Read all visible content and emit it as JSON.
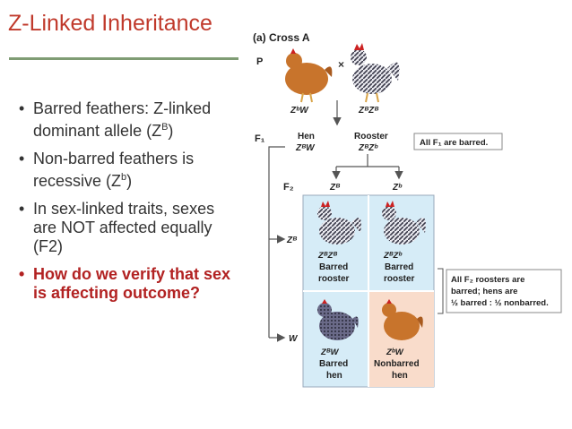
{
  "slide": {
    "title": "Z-Linked Inheritance"
  },
  "bullets": [
    {
      "text": "Barred feathers:  Z-linked dominant allele (Z",
      "sup": "B",
      "tail": ")"
    },
    {
      "text": "Non-barred feathers is recessive (Z",
      "sup": "b",
      "tail": ")"
    },
    {
      "text": "In sex-linked traits, sexes are NOT affected equally (F2)",
      "sup": "",
      "tail": ""
    },
    {
      "text": "How do we verify that sex is affecting outcome?",
      "sup": "",
      "tail": ""
    }
  ],
  "figure": {
    "panel_label": "(a) Cross A",
    "p_label": "P",
    "cross_symbol": "×",
    "p_hen_genotype": "ZᵇW",
    "p_rooster_genotype": "ZᴮZᴮ",
    "f1_label": "F₁",
    "f1_hen": "Hen",
    "f1_hen_genotype": "ZᴮW",
    "f1_rooster": "Rooster",
    "f1_rooster_genotype": "ZᴮZᵇ",
    "f1_note": "All F₁ are barred.",
    "f2_label": "F₂",
    "gamete_zb_upper": "Zᴮ",
    "gamete_zb_lower": "Zᵇ",
    "row_zb": "Zᴮ",
    "row_w": "W",
    "cells": [
      {
        "genotype": "ZᴮZᴮ",
        "line1": "Barred",
        "line2": "rooster"
      },
      {
        "genotype": "ZᴮZᵇ",
        "line1": "Barred",
        "line2": "rooster"
      },
      {
        "genotype": "ZᴮW",
        "line1": "Barred",
        "line2": "hen"
      },
      {
        "genotype": "ZᵇW",
        "line1": "Nonbarred",
        "line2": "hen"
      }
    ],
    "f2_note_line1": "All F₂ roosters are",
    "f2_note_line2": "barred; hens are",
    "f2_note_line3": "½ barred : ½ nonbarred.",
    "colors": {
      "grid_fill": "#d6ecf7",
      "nonbarred_fill": "#f9dccb",
      "arrow": "#555555",
      "note_border": "#888888"
    }
  }
}
